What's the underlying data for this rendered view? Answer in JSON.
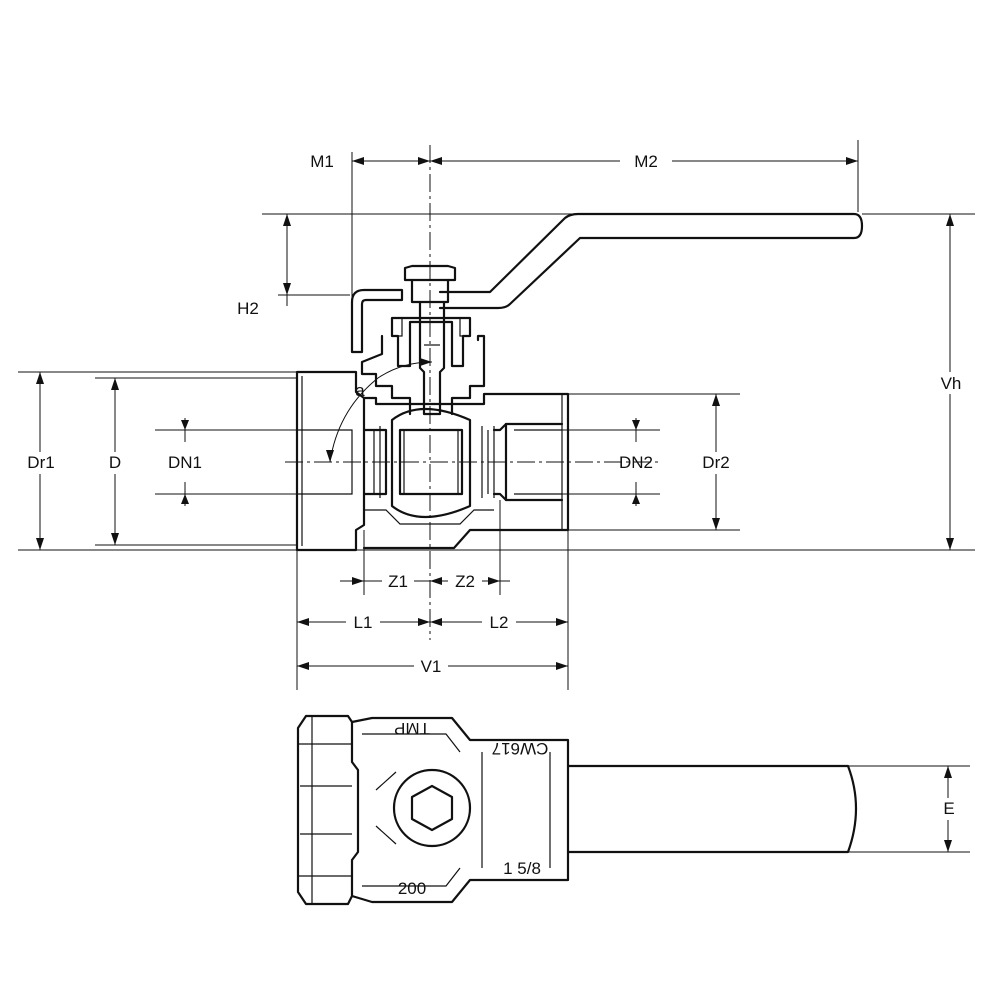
{
  "labels": {
    "m1": "M1",
    "m2": "M2",
    "h2": "H2",
    "vh": "Vh",
    "a": "a",
    "dr1": "Dr1",
    "d": "D",
    "dn1": "DN1",
    "dn2": "DN2",
    "dr2": "Dr2",
    "z1": "Z1",
    "z2": "Z2",
    "l1": "L1",
    "l2": "L2",
    "v1": "V1",
    "e": "E"
  },
  "engravings": {
    "top_left": "TMP",
    "top_right": "CW617",
    "bottom_right": "1 5/8",
    "bottom_left": "200"
  }
}
